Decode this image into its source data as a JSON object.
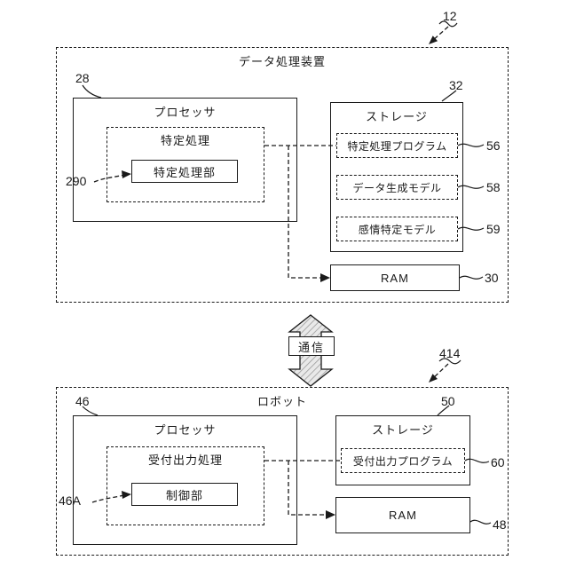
{
  "figure": {
    "top_block": {
      "title": "データ処理装置",
      "ref": "12",
      "processor": {
        "title": "プロセッサ",
        "ref": "28",
        "process_group": {
          "title": "特定処理",
          "unit": {
            "label": "特定処理部",
            "ref": "290"
          }
        }
      },
      "storage": {
        "title": "ストレージ",
        "ref": "32",
        "items": [
          {
            "label": "特定処理プログラム",
            "ref": "56"
          },
          {
            "label": "データ生成モデル",
            "ref": "58"
          },
          {
            "label": "感情特定モデル",
            "ref": "59"
          }
        ]
      },
      "ram": {
        "label": "RAM",
        "ref": "30"
      }
    },
    "link": {
      "label": "通信"
    },
    "bottom_block": {
      "title": "ロボット",
      "ref": "414",
      "processor": {
        "title": "プロセッサ",
        "ref": "46",
        "process_group": {
          "title": "受付出力処理",
          "unit": {
            "label": "制御部",
            "ref": "46A"
          }
        }
      },
      "storage": {
        "title": "ストレージ",
        "ref": "50",
        "items": [
          {
            "label": "受付出力プログラム",
            "ref": "60"
          }
        ]
      },
      "ram": {
        "label": "RAM",
        "ref": "48"
      }
    }
  }
}
